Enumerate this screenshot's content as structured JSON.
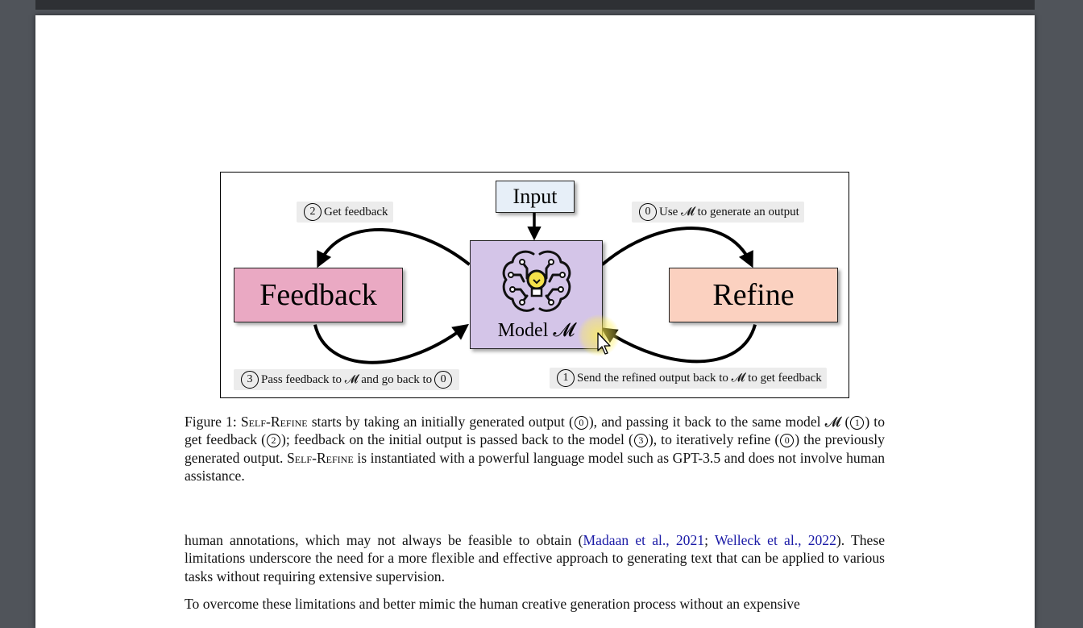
{
  "figure": {
    "input_label": "Input",
    "feedback_label": "Feedback",
    "refine_label": "Refine",
    "model_label": "Model 𝓜",
    "annotations": {
      "get_feedback": {
        "num": "2",
        "text": "Get feedback"
      },
      "use_model": {
        "num": "0",
        "text": "Use 𝓜 to generate an output"
      },
      "pass_feedback": {
        "num": "3",
        "text": "Pass feedback to 𝓜 and go back to",
        "end_num": "0"
      },
      "send_refined": {
        "num": "1",
        "text": "Send the refined output back to 𝓜 to get feedback"
      }
    }
  },
  "caption": {
    "prefix": "Figure 1: ",
    "sc1": "Self-Refine",
    "p1": " starts by taking an initially generated output (",
    "n0": "0",
    "p2": "), and passing it back to the same model 𝓜 (",
    "n1": "1",
    "p3": ") to get feedback (",
    "n2": "2",
    "p4": "); feedback on the initial output is passed back to the model (",
    "n3": "3",
    "p5": "), to iteratively refine (",
    "n0b": "0",
    "p6": ") the previously generated output. ",
    "sc2": "Self-Refine",
    "p7": " is instantiated with a powerful language model such as GPT-3.5 and does not involve human assistance."
  },
  "body": {
    "para1_a": "human annotations, which may not always be feasible to obtain (",
    "cite1": "Madaan et al., 2021",
    "sep": "; ",
    "cite2": "Welleck et al., 2022",
    "para1_b": "). These limitations underscore the need for a more flexible and effective approach to generating text that can be applied to various tasks without requiring extensive supervision.",
    "para2": "To overcome these limitations and better mimic the human creative generation process without an expensive"
  },
  "icons": {
    "model": "brain-circuit-lightbulb-icon",
    "cursor": "mouse-pointer-icon"
  }
}
